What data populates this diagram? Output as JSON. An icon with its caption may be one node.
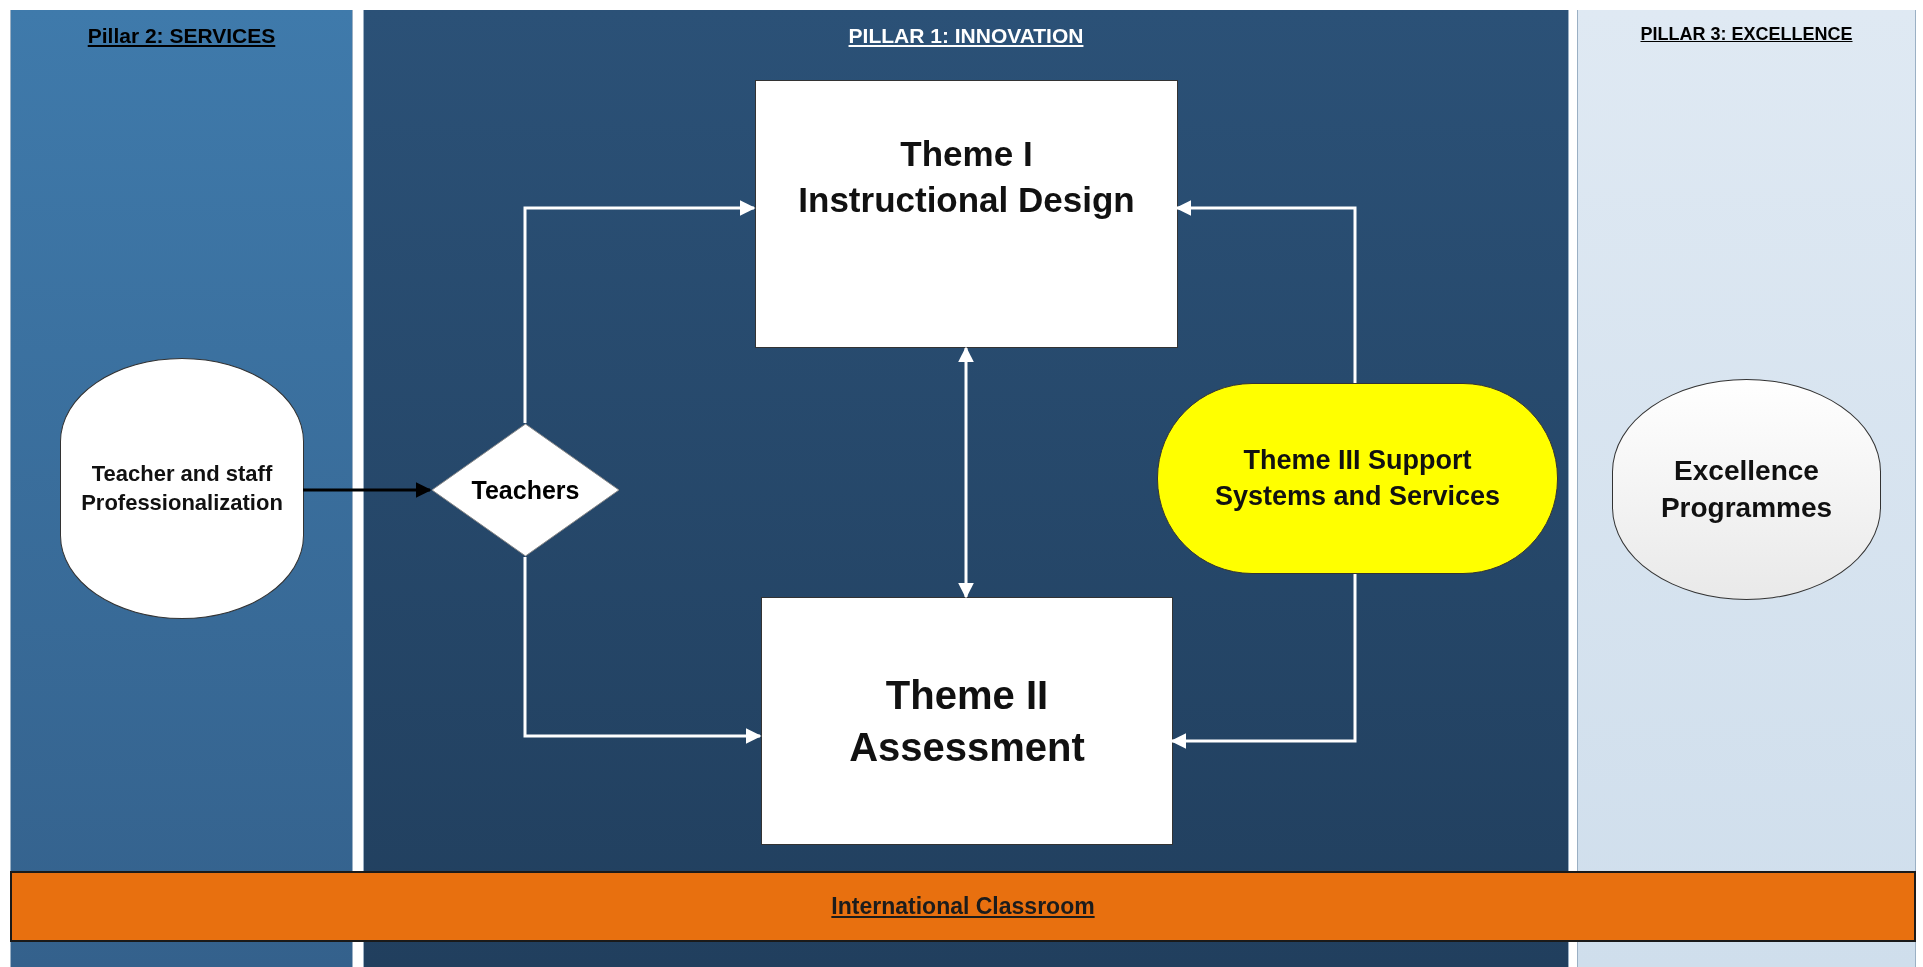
{
  "diagram": {
    "nodes": [
      {
        "text": [
          "Pillar 2: SERVICES"
        ]
      },
      {
        "text": [
          "Teacher and staff Professionalization"
        ],
        "in": 0
      },
      {
        "text": [
          "PILLAR 1: INNOVATION"
        ]
      },
      {
        "text": [
          "Theme I Instructional Design"
        ],
        "in": 2
      },
      {
        "text": [
          "Teachers"
        ],
        "in": 2
      },
      {
        "text": [
          "Theme II Assessment"
        ],
        "in": 2
      },
      {
        "text": [
          "Theme III Support Systems and Services"
        ],
        "in": 2
      },
      {
        "text": [
          "PILLAR 3: EXCELLENCE"
        ]
      },
      {
        "text": [
          "Excellence Programmes"
        ],
        "in": 7
      },
      {
        "text": [
          "International Classroom"
        ]
      }
    ],
    "edges": [
      {
        "from": 1,
        "to": 4,
        "arrow": "to",
        "color": "#000000"
      },
      {
        "from": 4,
        "to": 3,
        "arrow": "to"
      },
      {
        "from": 4,
        "to": 5,
        "arrow": "to"
      },
      {
        "from": 3,
        "to": 5,
        "arrow": "both"
      },
      {
        "from": 6,
        "to": 3,
        "arrow": "to"
      },
      {
        "from": 6,
        "to": 5,
        "arrow": "to"
      }
    ]
  }
}
